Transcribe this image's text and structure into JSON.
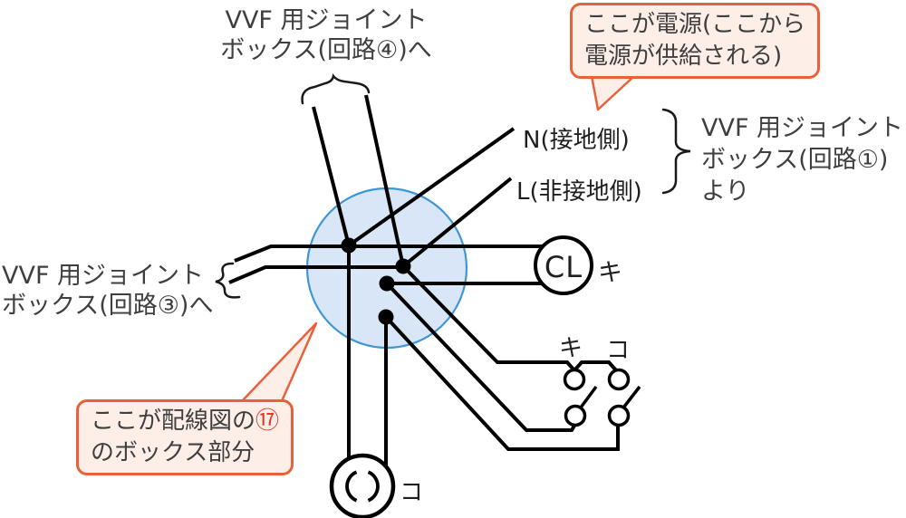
{
  "colors": {
    "wire": "#000000",
    "box_fill": "#d9e6f7",
    "box_stroke": "#3e97d4",
    "callout_border": "#e8613c",
    "callout_fill": "#fdefe8",
    "text": "#3f3f3f",
    "highlight_red": "#e8301e"
  },
  "labels": {
    "circuit4": {
      "line1": "VVF 用ジョイント",
      "line2": "ボックス(回路④)へ"
    },
    "circuit3": {
      "line1": "VVF 用ジョイント",
      "line2": "ボックス(回路③)へ"
    },
    "circuit1": {
      "line1": "VVF 用ジョイント",
      "line2": "ボックス(回路①)",
      "line3": "より"
    },
    "n": "N(接地側)",
    "l": "L(非接地側)",
    "cl": "CL",
    "cl_tag": "キ",
    "switch_ki": "キ",
    "switch_ko": "コ",
    "receptacle_tag": "コ"
  },
  "callouts": {
    "power": {
      "line1": "ここが電源(ここから",
      "line2": "電源が供給される)"
    },
    "box": {
      "line1_prefix": "ここが配線図の",
      "line1_number": "⑰",
      "line2": "のボックス部分"
    }
  }
}
